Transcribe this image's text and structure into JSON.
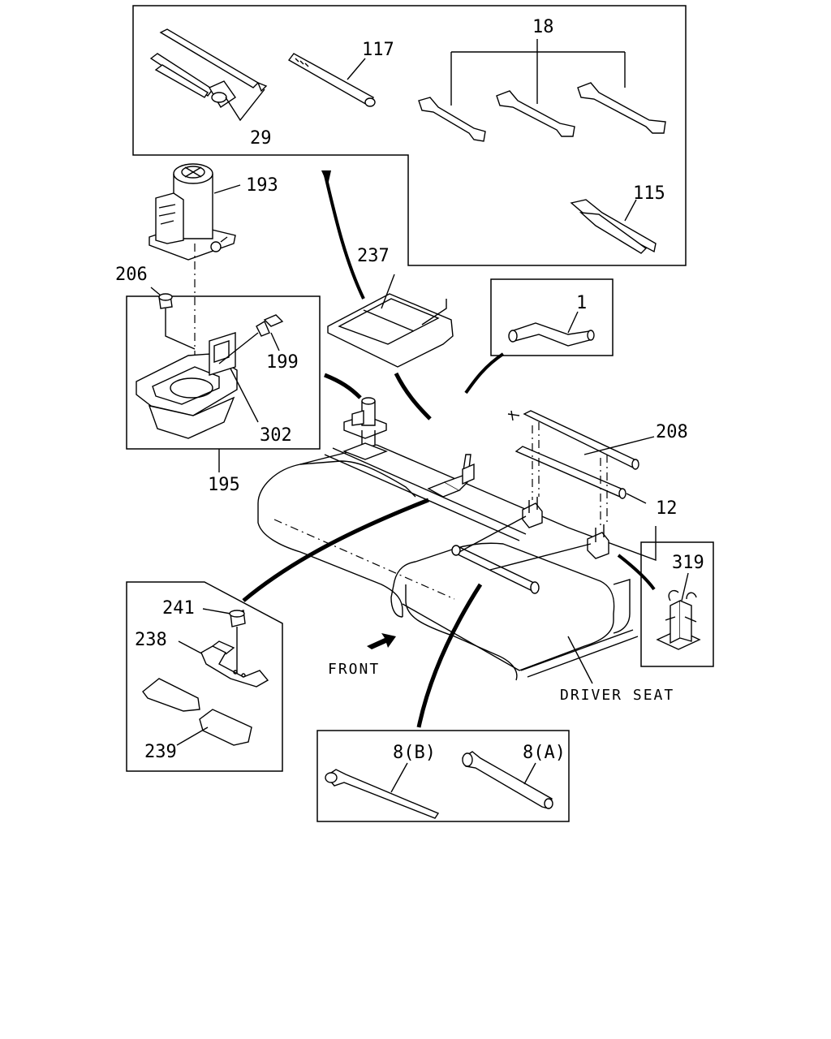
{
  "callouts": {
    "c29": "29",
    "c117": "117",
    "c18": "18",
    "c193": "193",
    "c115": "115",
    "c237": "237",
    "c206": "206",
    "c1": "1",
    "c199": "199",
    "c302": "302",
    "c208": "208",
    "c195": "195",
    "c12": "12",
    "c319": "319",
    "c241": "241",
    "c238": "238",
    "c239": "239",
    "c8b": "8(B)",
    "c8a": "8(A)"
  },
  "labels": {
    "front": "FRONT",
    "driver_seat": "DRIVER SEAT"
  }
}
